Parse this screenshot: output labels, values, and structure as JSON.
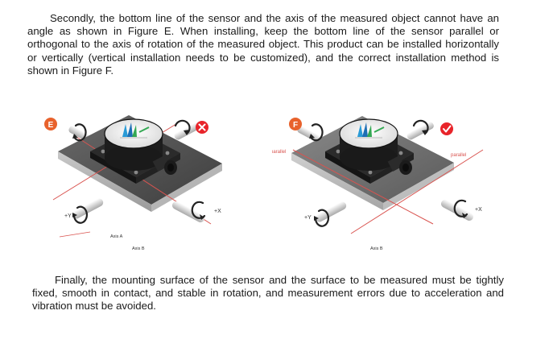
{
  "paragraph1": "Secondly, the bottom line of the sensor and the axis of the measured object cannot have an angle as shown in Figure E. When installing, keep the bottom line of the sensor parallel or orthogonal to the axis of rotation of the measured object. This product can be installed horizontally or vertically (vertical installation needs to be customized), and the correct installation method is shown in Figure F.",
  "paragraph2": "Finally, the mounting surface of the sensor and the surface to be measured must be tightly fixed, smooth in contact, and stable in rotation, and measurement errors due to acceleration and vibration must be avoided.",
  "figure_e": {
    "badge": "E",
    "plus_y": "+Y",
    "plus_x": "+X",
    "axis_a": "Axis A",
    "axis_b": "Axis B",
    "status_icon": "cross-mark-icon",
    "badge_color": "#e8622c",
    "status_color": "#e8242a"
  },
  "figure_f": {
    "badge": "F",
    "plus_y": "+Y",
    "plus_x": "+X",
    "axis_b": "Axis B",
    "parallel_left": "parallel",
    "parallel_right": "parallel",
    "status_icon": "check-mark-icon",
    "badge_color": "#e8622c",
    "status_color": "#e8242a"
  }
}
